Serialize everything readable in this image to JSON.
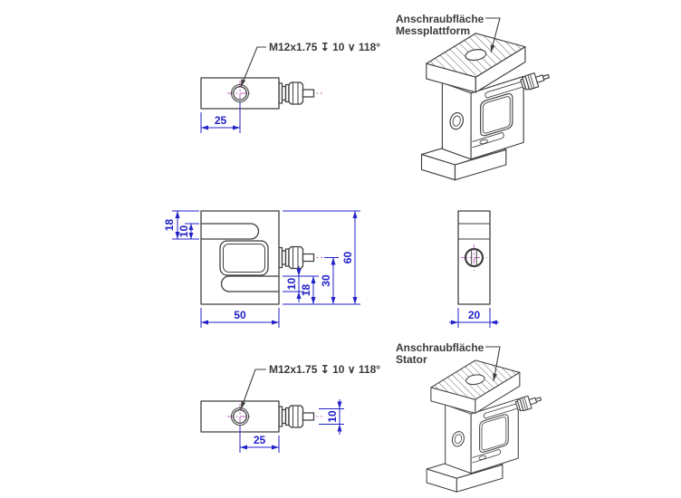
{
  "drawing": {
    "top_view": {
      "callout": "M12x1.75 ↧ 10 ∨ 118°",
      "dim_hole_offset": "25"
    },
    "front_view": {
      "dim_left_outer": "18",
      "dim_left_inner": "10",
      "dim_bottom_width": "50",
      "dim_right_slot": "10",
      "dim_right_inner": "18",
      "dim_right_axis": "30",
      "dim_right_height": "60"
    },
    "side_view": {
      "dim_depth": "20"
    },
    "bottom_view": {
      "callout": "M12x1.75 ↧ 10 ∨ 118°",
      "dim_hole_offset": "25",
      "dim_connector": "10"
    },
    "iso_top": {
      "label_line1": "Anschraubfläche",
      "label_line2": "Messplattform"
    },
    "iso_bottom": {
      "label_line1": "Anschraubfläche",
      "label_line2": "Stator"
    },
    "colors": {
      "outline": "#3f3f3f",
      "dimension_blue": "#2222c8",
      "centerline_magenta": "#c46ac4",
      "note_text": "#3a3a3a",
      "background": "#ffffff"
    }
  }
}
